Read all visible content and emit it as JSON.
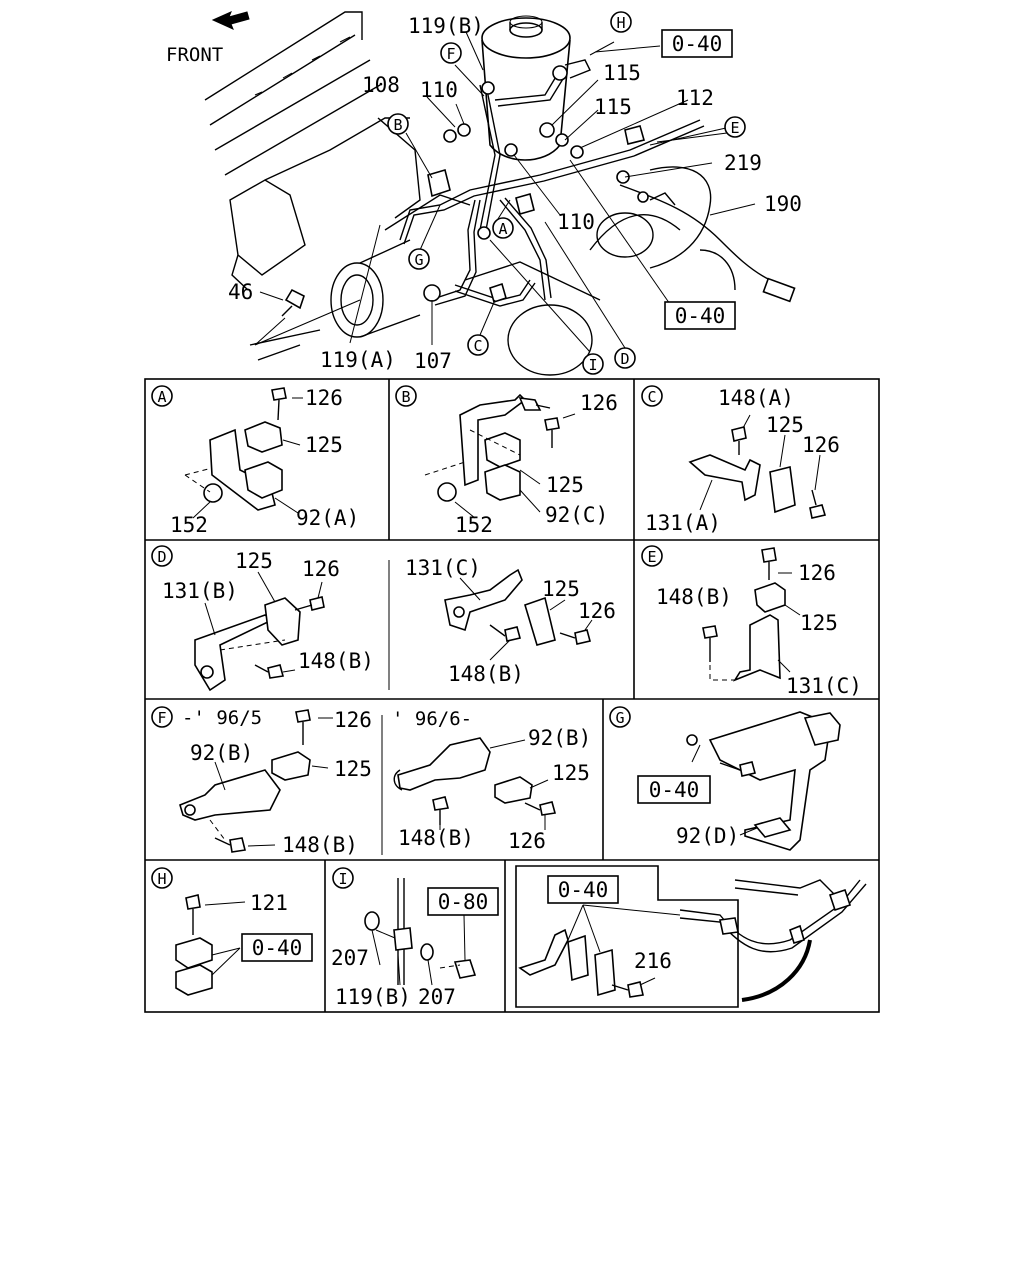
{
  "front_label": "FRONT",
  "main_labels": {
    "l119b": "119(B)",
    "l108": "108",
    "l110a": "110",
    "l115a": "115",
    "l115b": "115",
    "l112": "112",
    "l219": "219",
    "l190": "190",
    "l110b": "110",
    "l46": "46",
    "l119a": "119(A)",
    "l107": "107",
    "ref_0_40_top": "0-40",
    "ref_0_40_mid": "0-40"
  },
  "main_callouts": [
    "H",
    "F",
    "B",
    "E",
    "A",
    "G",
    "C",
    "I",
    "D"
  ],
  "panels": {
    "A": {
      "letter": "A",
      "p126": "126",
      "p125": "125",
      "p152": "152",
      "p92": "92(A)"
    },
    "B": {
      "letter": "B",
      "p126": "126",
      "p125": "125",
      "p152": "152",
      "p92": "92(C)"
    },
    "C": {
      "letter": "C",
      "p148": "148(A)",
      "p125": "125",
      "p126": "126",
      "p131": "131(A)"
    },
    "D": {
      "letter": "D",
      "p125": "125",
      "p126": "126",
      "p131b": "131(B)",
      "p148": "148(B)",
      "p131c": "131(C)",
      "p125b": "125",
      "p126b": "126",
      "p148b": "148(B)"
    },
    "E": {
      "letter": "E",
      "p126": "126",
      "p148": "148(B)",
      "p125": "125",
      "p131": "131(C)"
    },
    "F": {
      "letter": "F",
      "range1": "-' 96/5",
      "p126": "126",
      "p92": "92(B)",
      "p125": "125",
      "p148": "148(B)",
      "range2": "' 96/6-",
      "p92b": "92(B)",
      "p125b": "125",
      "p148b": "148(B)",
      "p126b": "126"
    },
    "G": {
      "letter": "G",
      "ref": "0-40",
      "p92": "92(D)"
    },
    "H": {
      "letter": "H",
      "p121": "121",
      "ref": "0-40"
    },
    "I": {
      "letter": "I",
      "ref": "0-80",
      "p207a": "207",
      "p119": "119(B)",
      "p207b": "207"
    },
    "J": {
      "ref": "0-40",
      "p216": "216"
    }
  }
}
